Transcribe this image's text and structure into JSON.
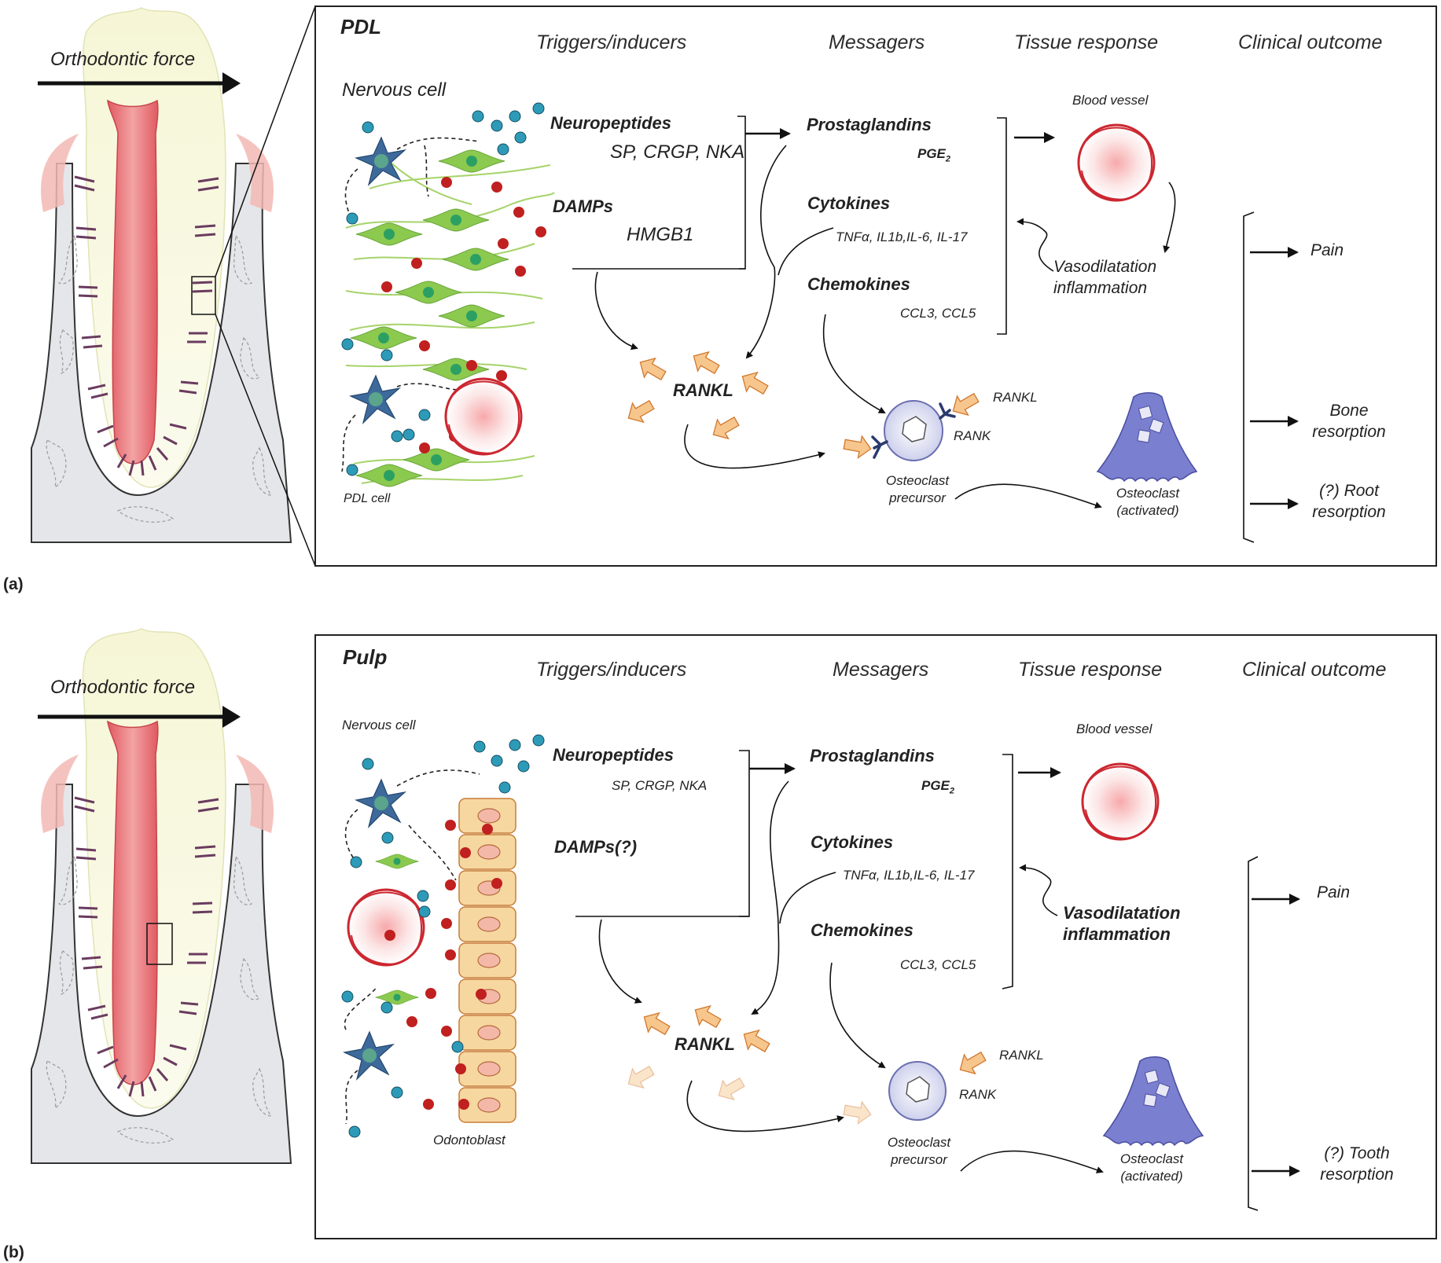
{
  "colors": {
    "bone": "#e5e6e9",
    "tooth_crown": "#f7f7dc",
    "pulp": "#e8797d",
    "gingiva": "#f3b8b4",
    "pdl_fibers": "#6a3b5f",
    "pdl_cell": "#8cc94f",
    "pdl_nucleus": "#2ca063",
    "nerve_cell": "#3d6a9a",
    "neuropeptide_dot": "#2d9bb8",
    "damp_dot": "#c0201f",
    "blood_vessel": "#cc2730",
    "rankl_arrow": "#f6c68d",
    "osteoclast": "#7b7fcf",
    "odontoblast": "#f7d7a0"
  },
  "panel_a": {
    "tag": "(a)",
    "force_label": "Orthodontic force",
    "title": "PDL",
    "headers": {
      "triggers": "Triggers/inducers",
      "messengers": "Messagers",
      "tissue": "Tissue response",
      "clinical": "Clinical outcome"
    },
    "nervous_cell": "Nervous cell",
    "pdl_cell": "PDL cell",
    "neuropeptides": "Neuropeptides",
    "neuropeptides_list": "SP, CRGP, NKA",
    "damps": "DAMPs",
    "damps_list": "HMGB1",
    "prostaglandins": "Prostaglandins",
    "pge2": "PGE",
    "pge2_sub": "2",
    "cytokines": "Cytokines",
    "cytokines_list": "TNFα, IL1b,IL-6, IL-17",
    "chemokines": "Chemokines",
    "chemokines_list": "CCL3, CCL5",
    "rankl": "RANKL",
    "rankl_small": "RANKL",
    "rank": "RANK",
    "blood_vessel": "Blood vessel",
    "vaso_1": "Vasodilatation",
    "vaso_2": "inflammation",
    "precursor_1": "Osteoclast",
    "precursor_2": "precursor",
    "osteoclast_1": "Osteoclast",
    "osteoclast_2": "(activated)",
    "pain": "Pain",
    "bone_1": "Bone",
    "bone_2": "resorption",
    "root_1": "(?) Root",
    "root_2": "resorption"
  },
  "panel_b": {
    "tag": "(b)",
    "force_label": "Orthodontic force",
    "title": "Pulp",
    "headers": {
      "triggers": "Triggers/inducers",
      "messengers": "Messagers",
      "tissue": "Tissue response",
      "clinical": "Clinical outcome"
    },
    "nervous_cell": "Nervous cell",
    "odontoblast": "Odontoblast",
    "neuropeptides": "Neuropeptides",
    "neuropeptides_list": "SP, CRGP, NKA",
    "damps": "DAMPs(?)",
    "prostaglandins": "Prostaglandins",
    "pge2": "PGE",
    "pge2_sub": "2",
    "cytokines": "Cytokines",
    "cytokines_list": "TNFα, IL1b,IL-6, IL-17",
    "chemokines": "Chemokines",
    "chemokines_list": "CCL3, CCL5",
    "rankl": "RANKL",
    "rankl_small": "RANKL",
    "rank": "RANK",
    "blood_vessel": "Blood vessel",
    "vaso_1": "Vasodilatation",
    "vaso_2": "inflammation",
    "precursor_1": "Osteoclast",
    "precursor_2": "precursor",
    "osteoclast_1": "Osteoclast",
    "osteoclast_2": "(activated)",
    "pain": "Pain",
    "tooth_1": "(?) Tooth",
    "tooth_2": "resorption"
  }
}
